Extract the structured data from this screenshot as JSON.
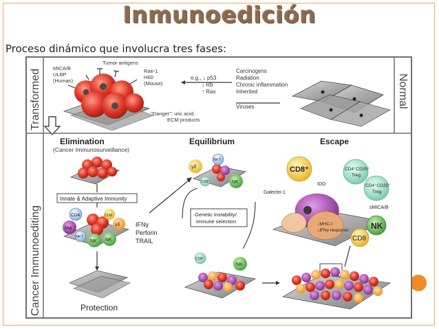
{
  "slide": {
    "title": "Inmunoedición",
    "subtitle": "Proceso dinámico que involucra tres fases:"
  },
  "figure": {
    "sections": {
      "transformed": "Transformed",
      "normal": "Normal",
      "cancer_immunoediting": "Cancer Immunoediting"
    },
    "ligands": [
      "MICA/B",
      "ULBP",
      "(Human)"
    ],
    "tumor_antigens": "Tumor antigens",
    "mouse_ligands": [
      "Rae-1",
      "H60",
      "(Mouse)"
    ],
    "danger": "\"Danger\": uric acid,",
    "danger2": "ECM products",
    "gene_changes": [
      "e.g., ↓ p53",
      "↓ Rb",
      "↑ Ras"
    ],
    "causes": [
      "Carcinogens",
      "Radiation",
      "Chronic inflammation",
      "Inherited",
      "Viruses"
    ],
    "phases": {
      "elimination": "Elimination",
      "elimination_sub": "(Cancer Immunosurveillance)",
      "equilibrium": "Equilibrium",
      "escape": "Escape"
    },
    "boxes": {
      "innate": "Innate & Adaptive Immunity",
      "genetic1": "Genetic instability/",
      "genetic2": "immune selection"
    },
    "mediators": [
      "IFNγ",
      "Perforin",
      "TRAIL"
    ],
    "protection": "Protection",
    "cells": {
      "cd4": "CD4",
      "cd8": "CD8",
      "cd8p": "CD8⁺",
      "gd": "γδ",
      "nkt": "NKT",
      "nk": "NK",
      "mphi": "Mφ",
      "treg1": "CD4⁺CD25⁺",
      "treg2": "Treg",
      "galectin": "Galectin-1",
      "ido": "IDO",
      "smica": "sMICA/B",
      "mhc1": "↓MHC-I",
      "mhc2": "↓IFNγ response"
    },
    "colors": {
      "tumor_red": "#d42b1e",
      "cd8_yellow": "#f2c12e",
      "nk_green": "#56b24b",
      "gd_orange": "#f09a2b",
      "escape_purple": "#8e3a9c",
      "panel_border": "#6d6d6d",
      "accent_orange": "#f08a24"
    }
  }
}
